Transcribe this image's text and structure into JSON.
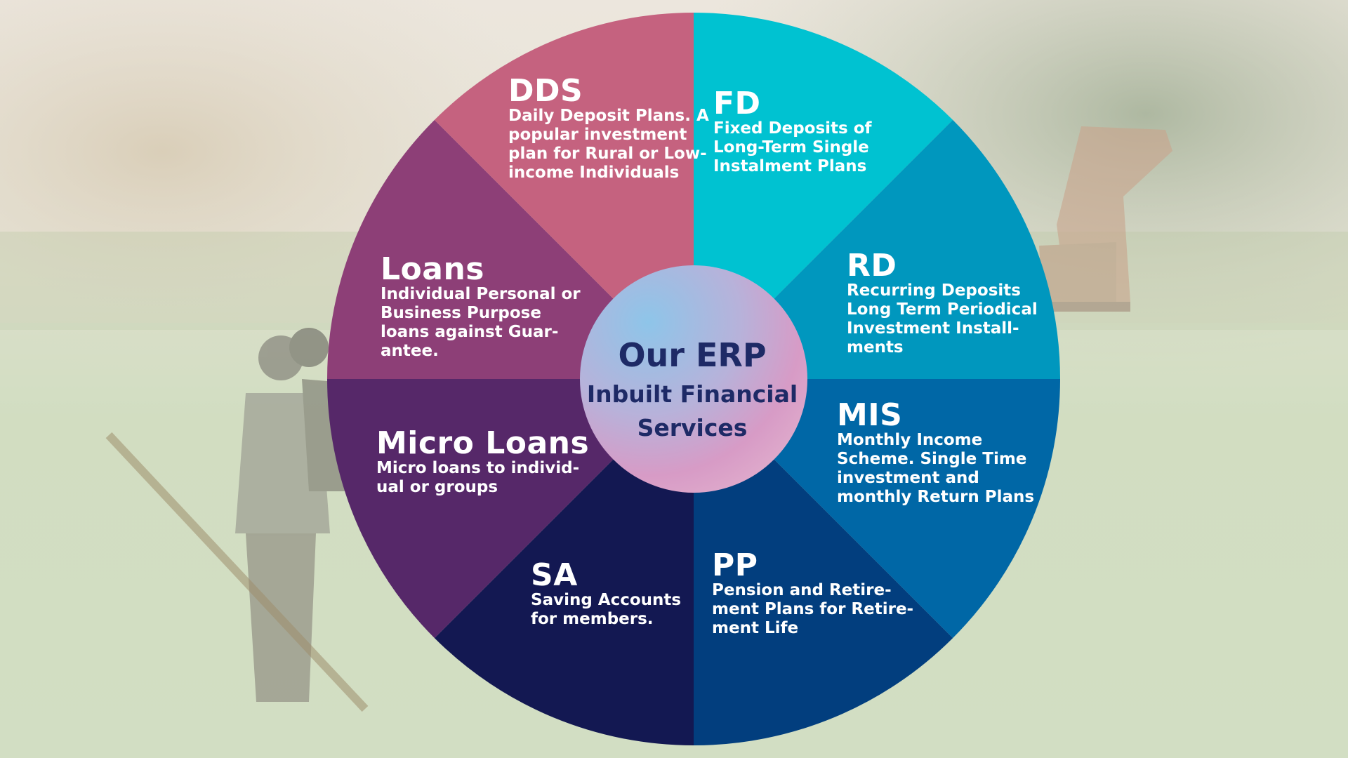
{
  "center": {
    "title": "Our ERP",
    "subtitle": "Inbuilt Financial\nServices"
  },
  "segments": [
    {
      "key": "fd",
      "title": "FD",
      "description": "Fixed Deposits of\nLong-Term Single\nInstalment Plans",
      "color": "#00c2d1"
    },
    {
      "key": "rd",
      "title": "RD",
      "description": "Recurring Deposits\nLong Term Periodical\nInvestment Install-\nments",
      "color": "#0097be"
    },
    {
      "key": "mis",
      "title": "MIS",
      "description": "Monthly Income\nScheme. Single Time\ninvestment and\nmonthly Return Plans",
      "color": "#0067a6"
    },
    {
      "key": "pp",
      "title": "PP",
      "description": "Pension and Retire-\nment Plans for Retire-\nment Life",
      "color": "#023e7e"
    },
    {
      "key": "sa",
      "title": "SA",
      "description": "Saving Accounts\nfor members.",
      "color": "#131852"
    },
    {
      "key": "micro-loans",
      "title": "Micro Loans",
      "description": "Micro loans to individ-\nual or groups",
      "color": "#562869"
    },
    {
      "key": "loans",
      "title": "Loans",
      "description": "Individual Personal or\nBusiness Purpose\nloans against Guar-\nantee.",
      "color": "#8d3f77"
    },
    {
      "key": "dds",
      "title": "DDS",
      "description": "Daily Deposit Plans. A\npopular investment\nplan for Rural or Low-\nincome Individuals",
      "color": "#c5627f"
    }
  ],
  "colors": {
    "center_text": "#1e2a66",
    "segment_text": "#ffffff",
    "center_gradient": [
      "#8ec5e9",
      "#d8a2c8",
      "#d79bc6"
    ]
  }
}
